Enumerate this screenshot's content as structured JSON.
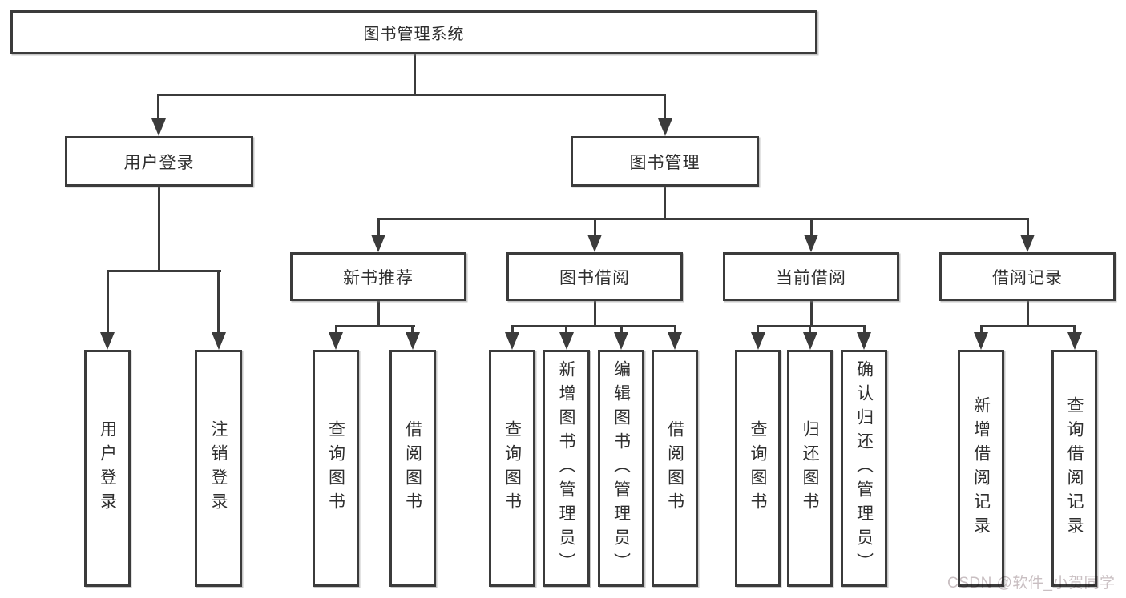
{
  "diagram": {
    "root": {
      "label": "图书管理系统"
    },
    "branches": [
      {
        "label": "用户登录",
        "children": [
          {
            "label": "用户登录"
          },
          {
            "label": "注销登录"
          }
        ]
      },
      {
        "label": "图书管理",
        "sections": [
          {
            "label": "新书推荐",
            "children": [
              {
                "label": "查询图书"
              },
              {
                "label": "借阅图书"
              }
            ]
          },
          {
            "label": "图书借阅",
            "children": [
              {
                "label": "查询图书"
              },
              {
                "label": "新增图书（管理员）"
              },
              {
                "label": "编辑图书（管理员）"
              },
              {
                "label": "借阅图书"
              }
            ]
          },
          {
            "label": "当前借阅",
            "children": [
              {
                "label": "查询图书"
              },
              {
                "label": "归还图书"
              },
              {
                "label": "确认归还（管理员）"
              }
            ]
          },
          {
            "label": "借阅记录",
            "children": [
              {
                "label": "新增借阅记录"
              },
              {
                "label": "查询借阅记录"
              }
            ]
          }
        ]
      }
    ]
  },
  "watermark": {
    "text": "CSDN @软件_小贺同学"
  },
  "colors": {
    "line": "#3b3b3b",
    "text": "#2f2f2f",
    "watermark": "#c9bfc2",
    "background": "#ffffff"
  }
}
